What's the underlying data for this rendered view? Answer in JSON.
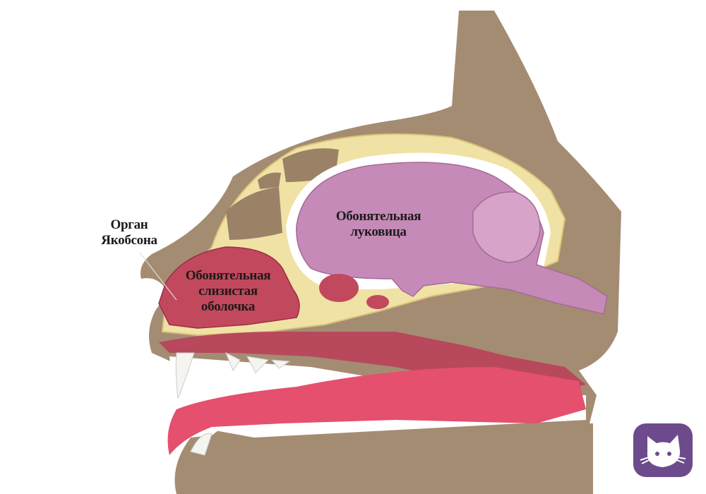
{
  "labels": {
    "vomeronasal_organ": "Орган Якобсона",
    "olfactory_mucosa": "Обонятельная слизистая оболочка",
    "olfactory_bulb": "Обонятельная луковица"
  },
  "colors": {
    "head": "#a48c72",
    "bone": "#f0e2a4",
    "brain": "#c58ab7",
    "mucosa": "#c2485e",
    "tongue": "#e4506e",
    "logo": "#6d4a8c"
  },
  "logo": {
    "icon": "cat-face-icon"
  }
}
